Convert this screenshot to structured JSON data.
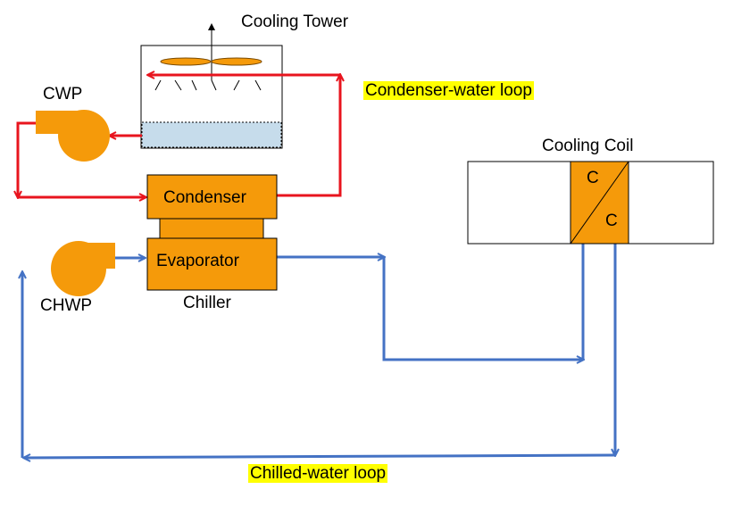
{
  "colors": {
    "equipment": "#F59A0A",
    "equipment_stroke": "#7a4a00",
    "condenser_loop": "#E8141E",
    "chilled_loop": "#4472C4",
    "basin": "#C6DCEB",
    "highlight": "#FFFF00",
    "line": "#000000"
  },
  "labels": {
    "cooling_tower": "Cooling Tower",
    "cwp": "CWP",
    "chwp": "CHWP",
    "condenser": "Condenser",
    "evaporator": "Evaporator",
    "chiller": "Chiller",
    "cooling_coil": "Cooling Coil",
    "coil_c_top": "C",
    "coil_c_bottom": "C",
    "condenser_loop": "Condenser-water loop",
    "chilled_loop": "Chilled-water loop"
  },
  "icons": {
    "cwp": "pump-icon",
    "chwp": "pump-icon",
    "fan": "fan-icon"
  }
}
